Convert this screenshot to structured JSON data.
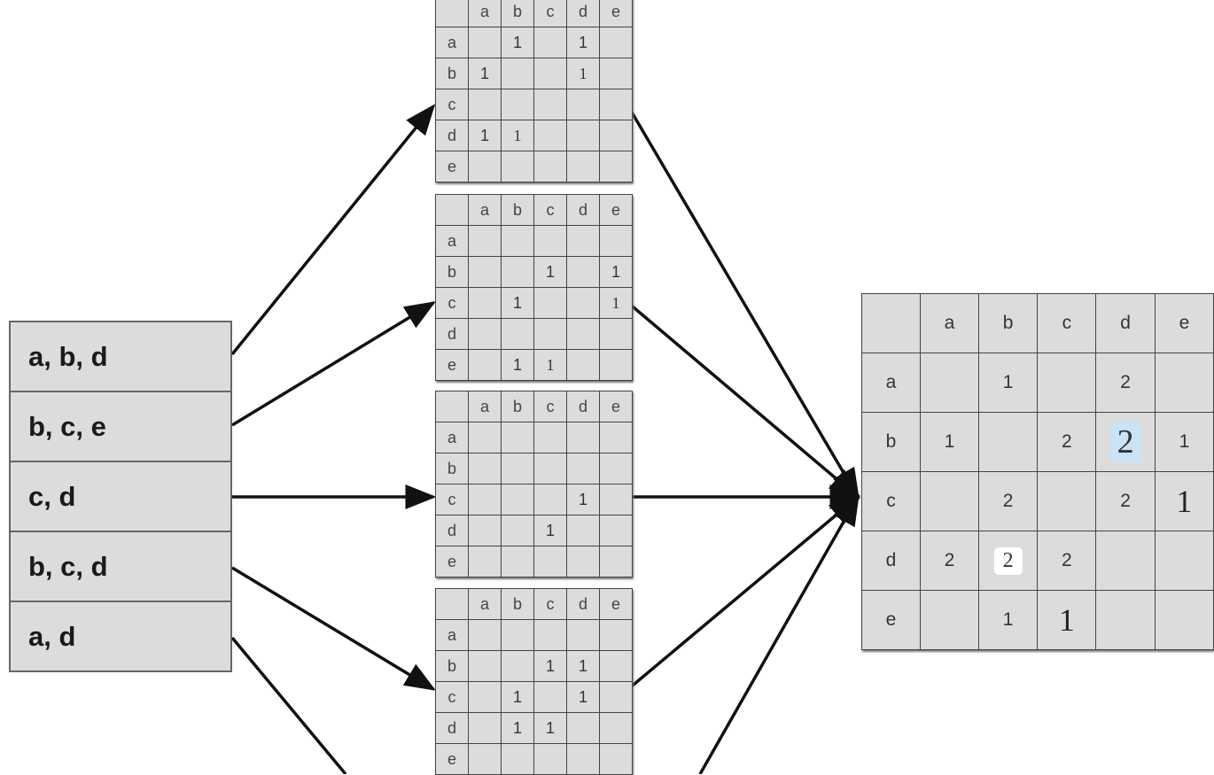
{
  "sets": [
    "a, b, d",
    "b, c, e",
    "c, d",
    "b, c, d",
    "a, d"
  ],
  "small_matrices": [
    {
      "headers": [
        "",
        "a",
        "b",
        "c",
        "d",
        "e"
      ],
      "rows": [
        [
          "a",
          "",
          "1",
          "",
          "1",
          ""
        ],
        [
          "b",
          "1",
          "",
          "",
          "1",
          ""
        ],
        [
          "c",
          "",
          "",
          "",
          "",
          ""
        ],
        [
          "d",
          "1",
          "1",
          "",
          "",
          ""
        ],
        [
          "e",
          "",
          "",
          "",
          "",
          ""
        ]
      ]
    },
    {
      "headers": [
        "",
        "a",
        "b",
        "c",
        "d",
        "e"
      ],
      "rows": [
        [
          "a",
          "",
          "",
          "",
          "",
          ""
        ],
        [
          "b",
          "",
          "",
          "1",
          "",
          "1"
        ],
        [
          "c",
          "",
          "1",
          "",
          "",
          "1"
        ],
        [
          "d",
          "",
          "",
          "",
          "",
          ""
        ],
        [
          "e",
          "",
          "1",
          "1",
          "",
          ""
        ]
      ]
    },
    {
      "headers": [
        "",
        "a",
        "b",
        "c",
        "d",
        "e"
      ],
      "rows": [
        [
          "a",
          "",
          "",
          "",
          "",
          ""
        ],
        [
          "b",
          "",
          "",
          "",
          "",
          ""
        ],
        [
          "c",
          "",
          "",
          "",
          "1",
          ""
        ],
        [
          "d",
          "",
          "",
          "1",
          "",
          ""
        ],
        [
          "e",
          "",
          "",
          "",
          "",
          ""
        ]
      ]
    },
    {
      "headers": [
        "",
        "a",
        "b",
        "c",
        "d",
        "e"
      ],
      "rows": [
        [
          "a",
          "",
          "",
          "",
          "",
          ""
        ],
        [
          "b",
          "",
          "",
          "1",
          "1",
          ""
        ],
        [
          "c",
          "",
          "1",
          "",
          "1",
          ""
        ],
        [
          "d",
          "",
          "1",
          "1",
          "",
          ""
        ],
        [
          "e",
          "",
          "",
          "",
          "",
          ""
        ]
      ]
    }
  ],
  "result_matrix": {
    "headers": [
      "",
      "a",
      "b",
      "c",
      "d",
      "e"
    ],
    "rows": [
      [
        "a",
        "",
        "1",
        "",
        "2",
        ""
      ],
      [
        "b",
        "1",
        "",
        "2",
        "2",
        "1"
      ],
      [
        "c",
        "",
        "2",
        "",
        "2",
        "1"
      ],
      [
        "d",
        "2",
        "2",
        "2",
        "",
        ""
      ],
      [
        "e",
        "",
        "1",
        "1",
        "",
        ""
      ]
    ]
  },
  "colors": {
    "cell_bg": "#dcdcdc",
    "grid_line": "#444444",
    "arrow": "#111111",
    "highlight_blue": "#c9e4f7",
    "highlight_white": "#ffffff"
  }
}
